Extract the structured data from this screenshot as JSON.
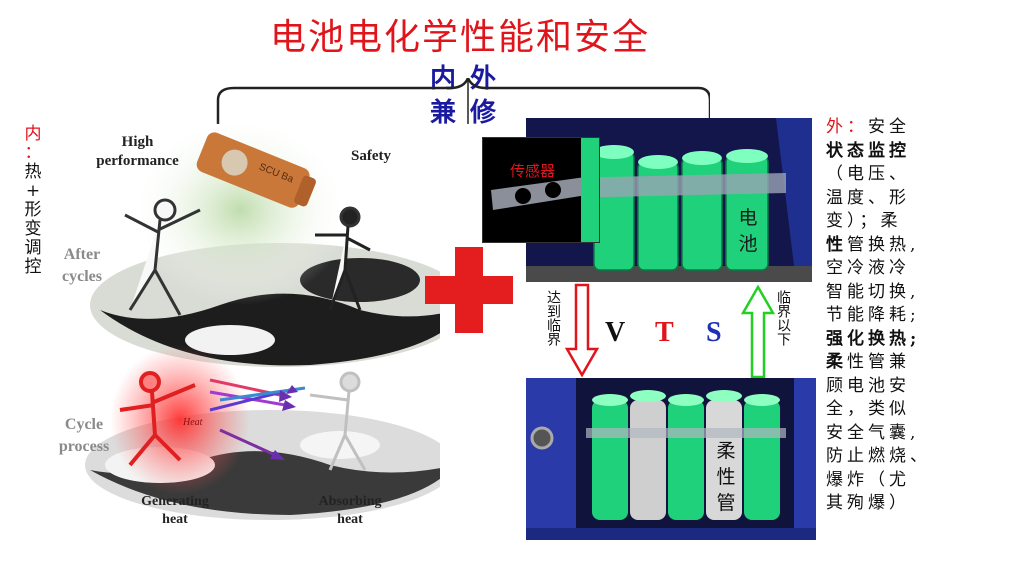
{
  "title": "电池电化学性能和安全",
  "words": {
    "inner": "内",
    "outer": "外",
    "concurrent": "兼",
    "repair": "修"
  },
  "left_column": {
    "prefix": "内：",
    "text": "热+形变调控"
  },
  "illustration": {
    "high_performance": "High\nperformance",
    "safety": "Safety",
    "after_cycles": "After\ncycles",
    "cycle_process": "Cycle\nprocess",
    "generating_heat": "Generating\nheat",
    "absorbing_heat": "Absorbing\nheat",
    "battery_label": "SCU Ba",
    "heat_label": "Heat"
  },
  "panels": {
    "sensor_label": "传感器",
    "battery_label": "电池",
    "flex_tube_label": "柔性管"
  },
  "arrows": {
    "reach_critical": "达到临界",
    "below_critical": "临界以下"
  },
  "vts": {
    "v": "V",
    "t": "T",
    "s": "S"
  },
  "vts_colors": {
    "v": "#111111",
    "t": "#e0141b",
    "s": "#1f2fb8"
  },
  "right_column": {
    "prefix": "外：",
    "lines": [
      "外：安全",
      "状态监控",
      "（电压、",
      "温度、形",
      "变）；柔",
      "性管换热,",
      "空冷液冷",
      "智能切换,",
      "节能降耗;",
      "强化换热;",
      "柔性管兼",
      "顾电池安",
      "全，类似",
      "安全气囊,",
      "防止燃烧、",
      "爆炸（尤",
      "其殉爆）"
    ]
  },
  "colors": {
    "accent_red": "#e0141b",
    "accent_blue": "#1a1aa0",
    "cell_green": "#1fd17a"
  }
}
